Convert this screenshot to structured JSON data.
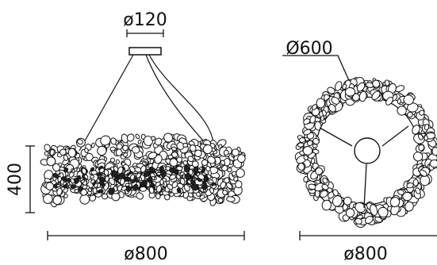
{
  "dimensions": {
    "canopy_diameter": "ø120",
    "height": "400",
    "side_width": "ø800",
    "inner_ring_diameter": "Ø600",
    "top_width": "ø800"
  }
}
